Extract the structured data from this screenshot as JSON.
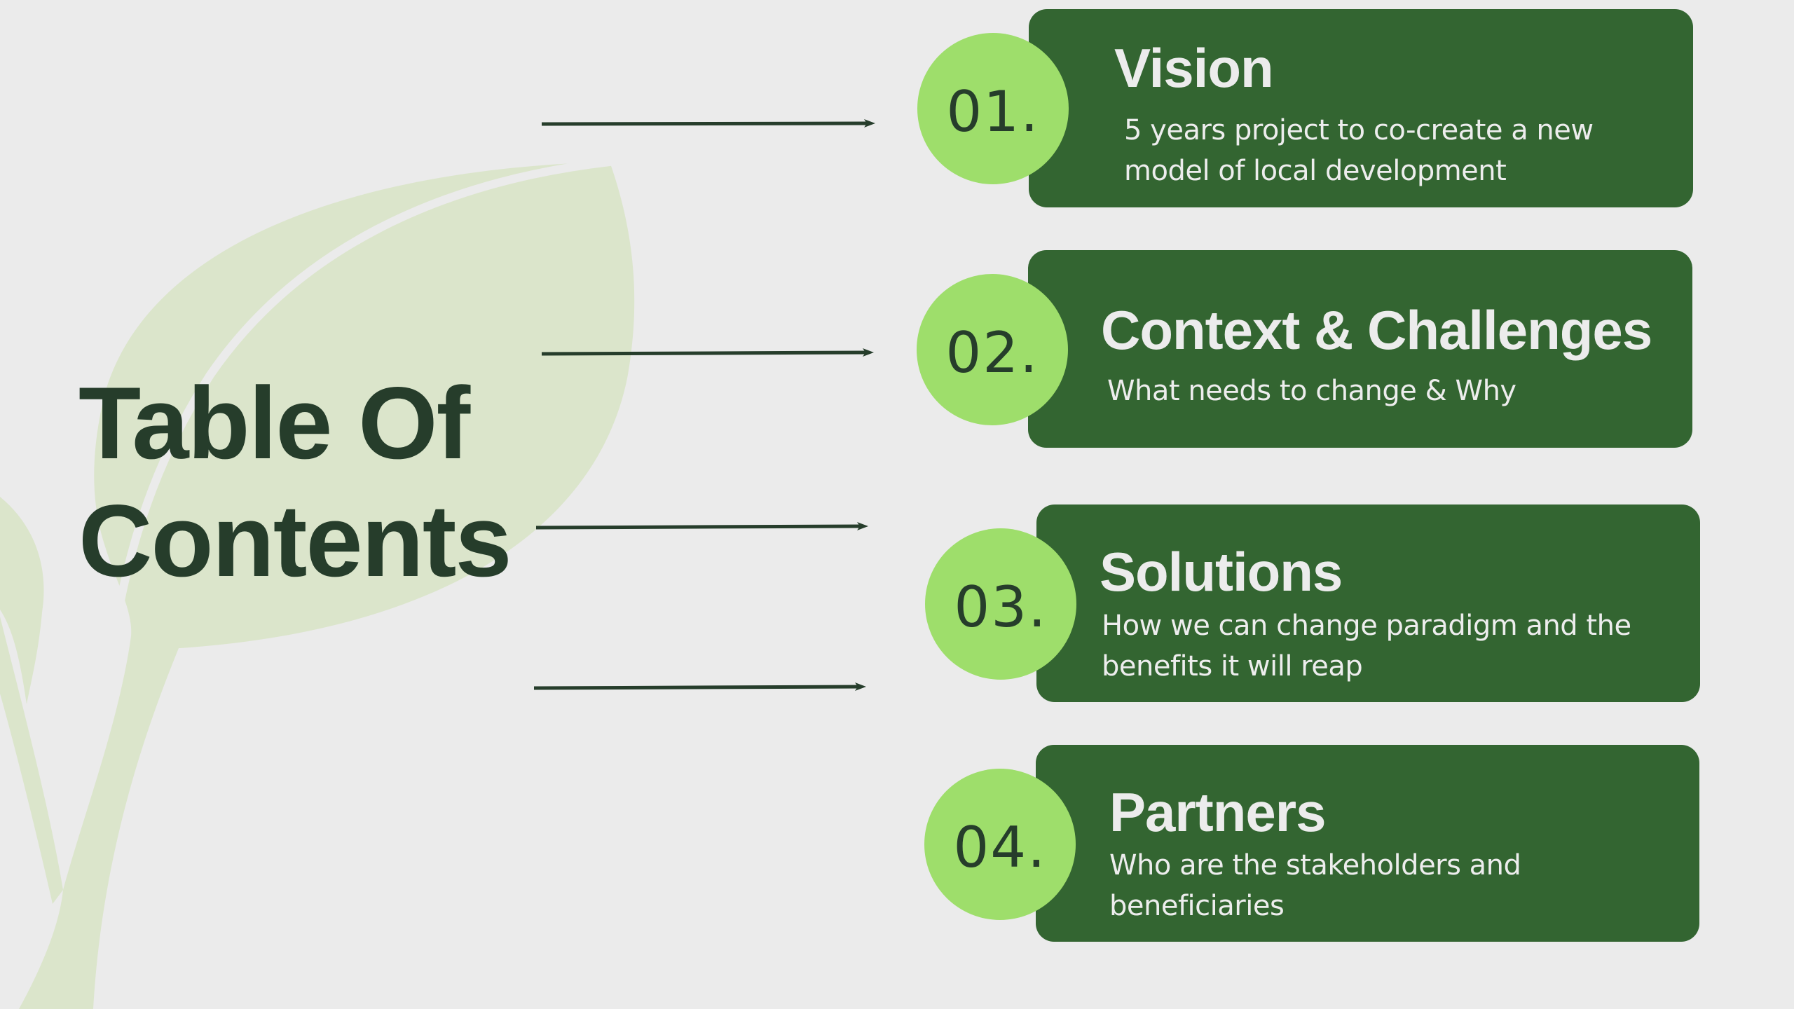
{
  "slide": {
    "title_lines": [
      "Table Of",
      "Contents"
    ],
    "colors": {
      "background": "#ebebeb",
      "card": "#336531",
      "number_circle": "#9ede6b",
      "dark_text": "#263d2b",
      "leaf": "#dbe5cb",
      "card_text": "#ececec"
    }
  },
  "sections": [
    {
      "number": "01.",
      "title": "Vision",
      "subtitle": "5 years project to co-create a new model of local development",
      "icon": "arrow-right-icon"
    },
    {
      "number": "02.",
      "title": "Context & Challenges",
      "subtitle": "What needs to change & Why",
      "icon": "arrow-right-icon"
    },
    {
      "number": "03.",
      "title": "Solutions",
      "subtitle": "How we can change paradigm and the benefits it will reap",
      "icon": "arrow-right-icon"
    },
    {
      "number": "04.",
      "title": "Partners",
      "subtitle": "Who are the stakeholders and beneficiaries",
      "icon": "arrow-right-icon"
    }
  ]
}
